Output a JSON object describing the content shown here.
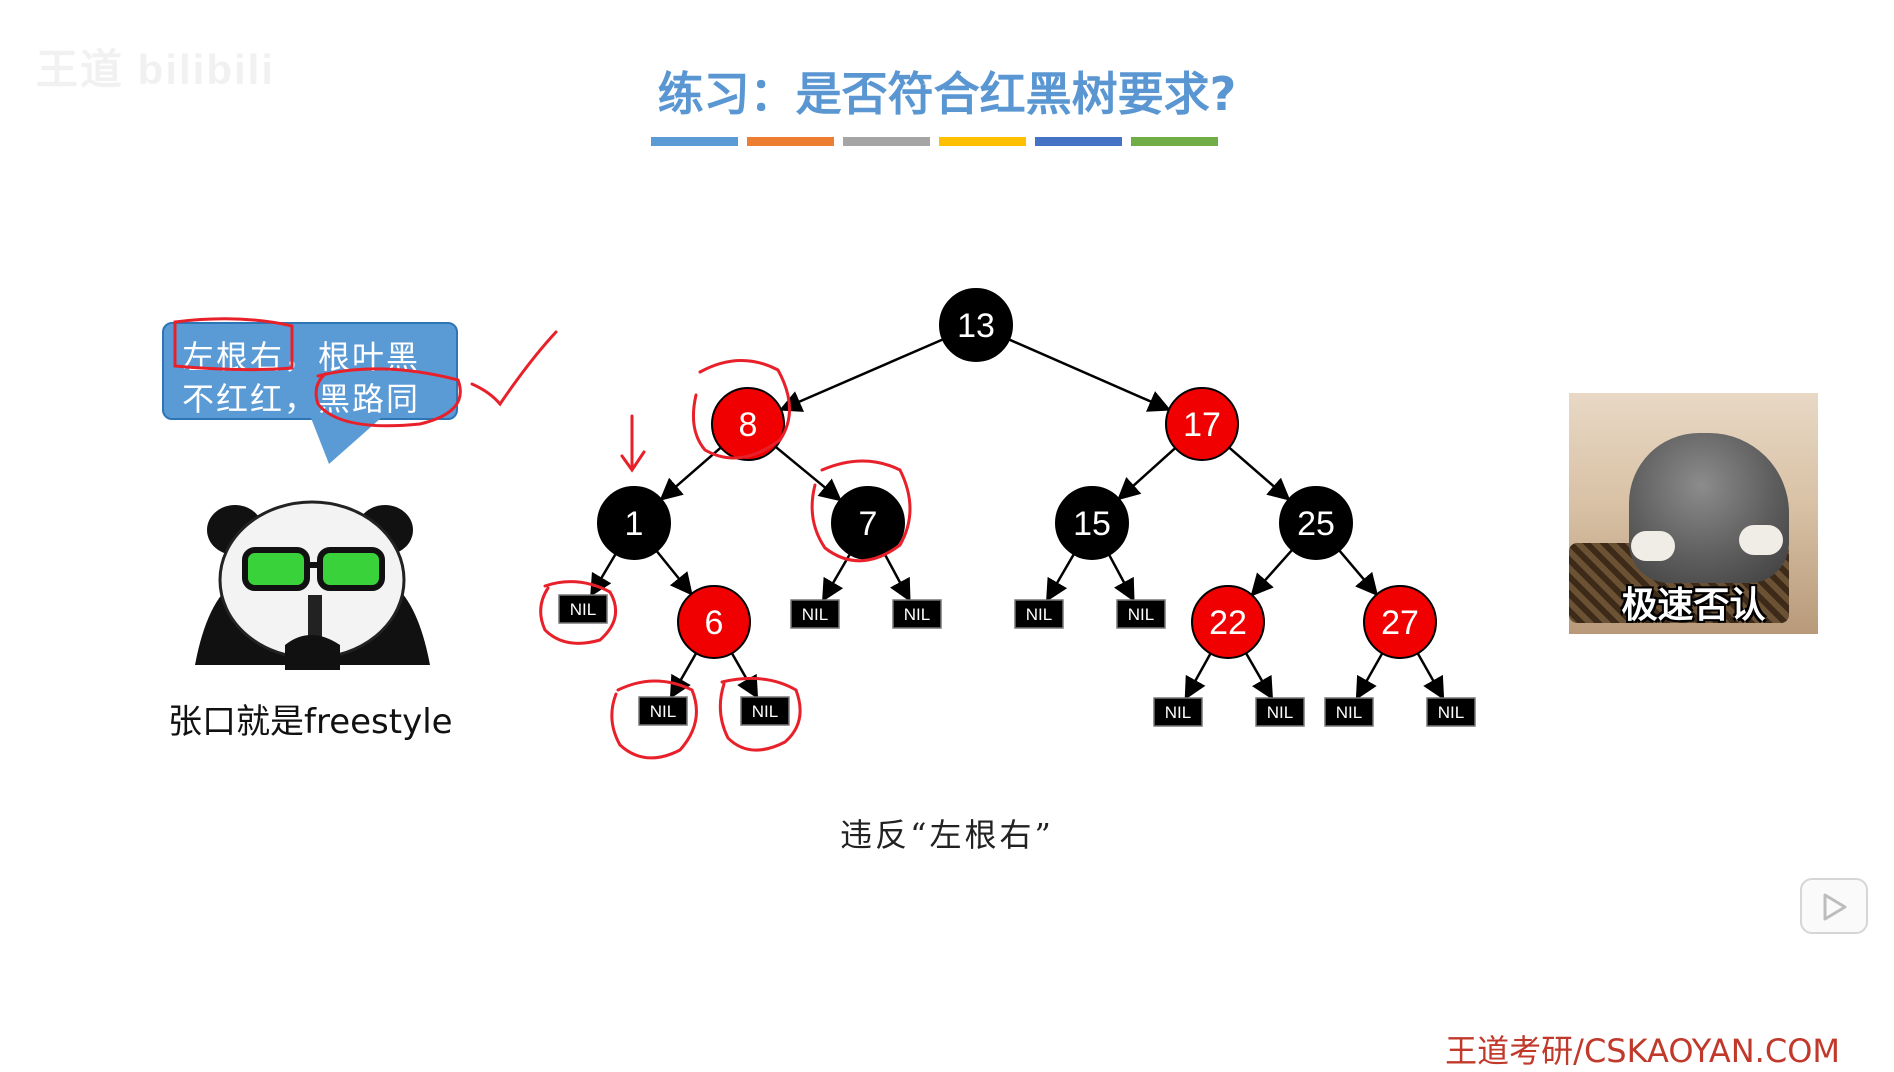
{
  "watermark": "王道 bilibili",
  "title": "练习：是否符合红黑树要求?",
  "title_bar_colors": [
    "#5b9bd5",
    "#ed7d31",
    "#a5a5a5",
    "#ffc000",
    "#4472c4",
    "#70ad47"
  ],
  "bubble": {
    "line1": "左根右，根叶黑",
    "line2": "不红红，黑路同"
  },
  "panda_caption": "张口就是freestyle",
  "tree": {
    "nodes": [
      {
        "id": "n13",
        "label": "13",
        "color": "black"
      },
      {
        "id": "n8",
        "label": "8",
        "color": "red"
      },
      {
        "id": "n17",
        "label": "17",
        "color": "red"
      },
      {
        "id": "n1",
        "label": "1",
        "color": "black"
      },
      {
        "id": "n7",
        "label": "7",
        "color": "black"
      },
      {
        "id": "n15",
        "label": "15",
        "color": "black"
      },
      {
        "id": "n25",
        "label": "25",
        "color": "black"
      },
      {
        "id": "n6",
        "label": "6",
        "color": "red"
      },
      {
        "id": "n22",
        "label": "22",
        "color": "red"
      },
      {
        "id": "n27",
        "label": "27",
        "color": "red"
      }
    ],
    "nil_label": "NIL",
    "edges": [
      [
        "n13",
        "n8"
      ],
      [
        "n13",
        "n17"
      ],
      [
        "n8",
        "n1"
      ],
      [
        "n8",
        "n7"
      ],
      [
        "n17",
        "n15"
      ],
      [
        "n17",
        "n25"
      ],
      [
        "n1",
        "nil_1L"
      ],
      [
        "n1",
        "n6"
      ],
      [
        "n6",
        "nil_6L"
      ],
      [
        "n6",
        "nil_6R"
      ],
      [
        "n7",
        "nil_7L"
      ],
      [
        "n7",
        "nil_7R"
      ],
      [
        "n15",
        "nil_15L"
      ],
      [
        "n15",
        "nil_15R"
      ],
      [
        "n25",
        "n22"
      ],
      [
        "n25",
        "n27"
      ],
      [
        "n22",
        "nil_22L"
      ],
      [
        "n22",
        "nil_22R"
      ],
      [
        "n27",
        "nil_27L"
      ],
      [
        "n27",
        "nil_27R"
      ]
    ]
  },
  "colors": {
    "red": "#f00000",
    "black": "#000000",
    "annotation": "#e8202a"
  },
  "bottom_caption": "违反“左根右”",
  "cat_caption": "极速否认",
  "footer": "王道考研/CSKAOYAN.COM"
}
